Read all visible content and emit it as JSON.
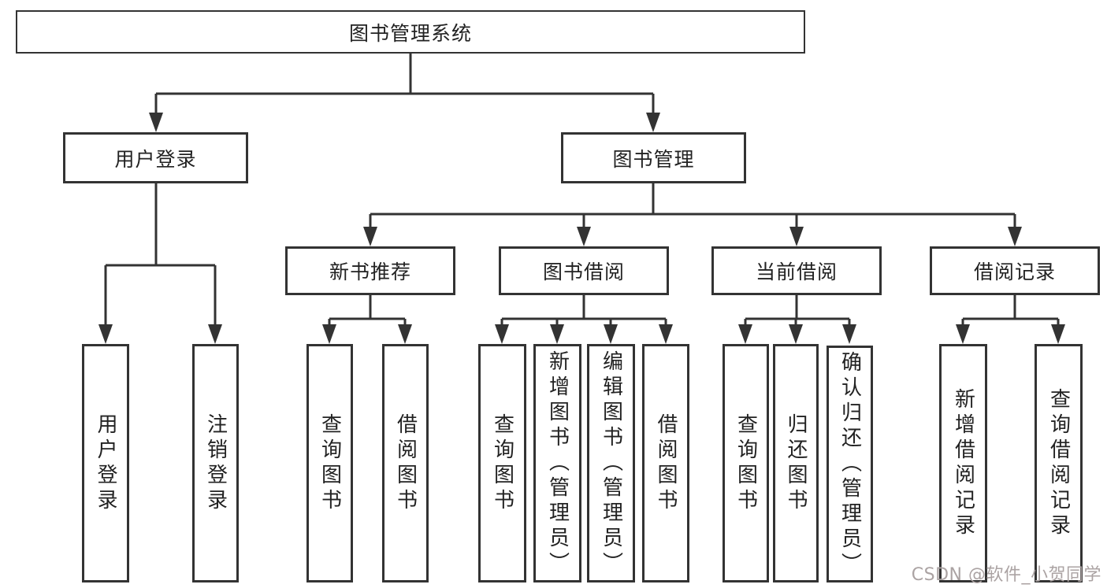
{
  "tree": {
    "label": "图书管理系统",
    "children": [
      {
        "label": "用户登录",
        "children": [
          {
            "label": "用户登录"
          },
          {
            "label": "注销登录"
          }
        ]
      },
      {
        "label": "图书管理",
        "children": [
          {
            "label": "新书推荐",
            "children": [
              {
                "label": "查询图书"
              },
              {
                "label": "借阅图书"
              }
            ]
          },
          {
            "label": "图书借阅",
            "children": [
              {
                "label": "查询图书"
              },
              {
                "label": "新增图书（管理员）"
              },
              {
                "label": "编辑图书（管理员）"
              },
              {
                "label": "借阅图书"
              }
            ]
          },
          {
            "label": "当前借阅",
            "children": [
              {
                "label": "查询图书"
              },
              {
                "label": "归还图书"
              },
              {
                "label": "确认归还（管理员）"
              }
            ]
          },
          {
            "label": "借阅记录",
            "children": [
              {
                "label": "新增借阅记录"
              },
              {
                "label": "查询借阅记录"
              }
            ]
          }
        ]
      }
    ]
  },
  "watermark": {
    "text": "CSDN @软件_小贺同学"
  },
  "colors": {
    "line_color": "#333333",
    "box_background": "#ffffff",
    "page_background": "#ffffff",
    "text_color": "#222222",
    "watermark_color": "#aba3a3"
  }
}
